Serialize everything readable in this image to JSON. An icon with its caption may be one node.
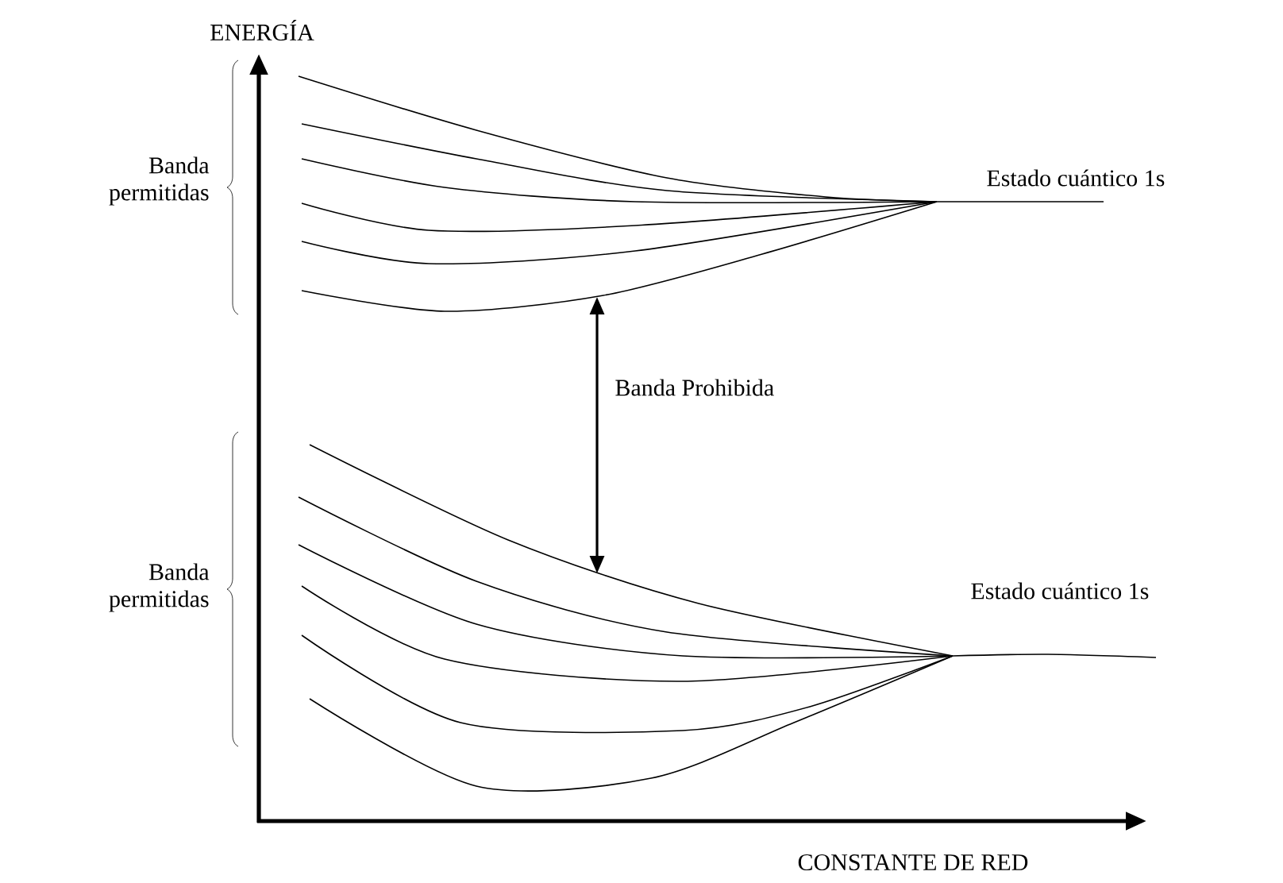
{
  "diagram": {
    "labels": [
      "ENERGÍA",
      "Banda permitidas",
      "Estado cuántico 1s",
      "Banda Prohibida",
      "Banda permitidas",
      "Estado cuántico 1s",
      "CONSTANTE DE RED"
    ]
  }
}
